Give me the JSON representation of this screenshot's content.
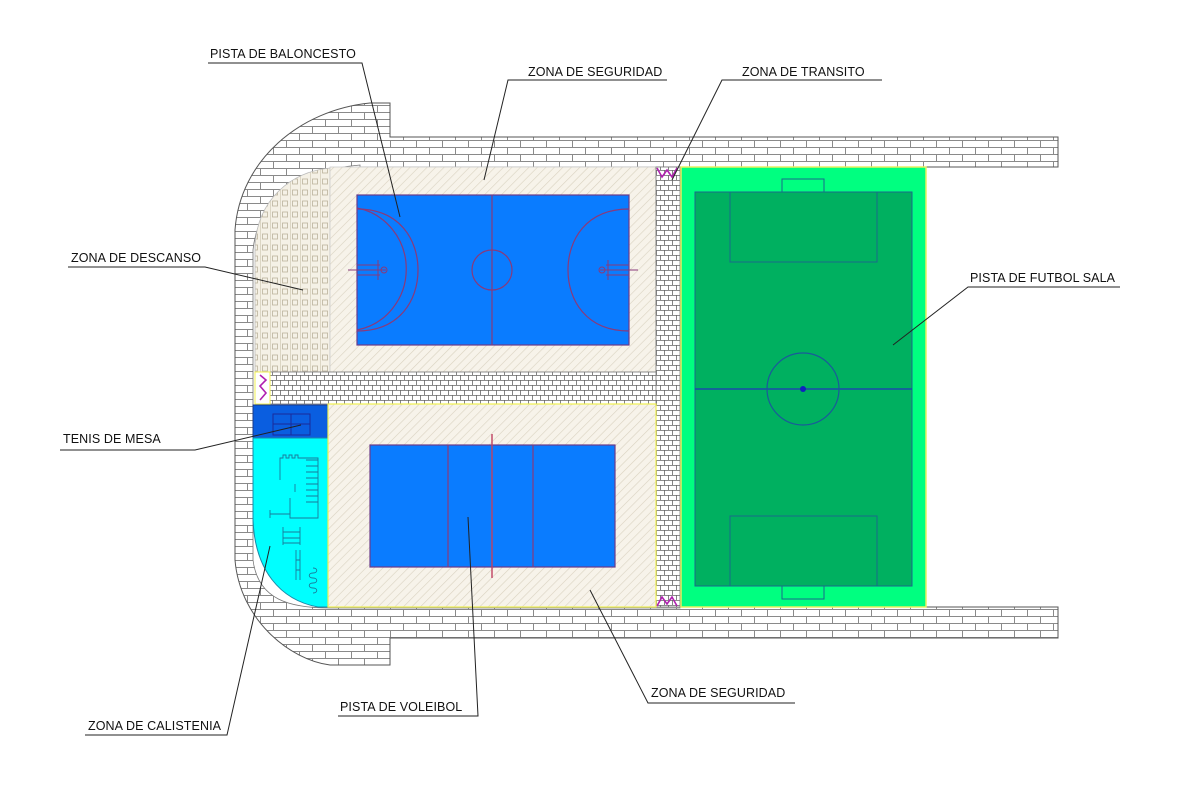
{
  "labels": {
    "basketball": "PISTA DE BALONCESTO",
    "safety_top": "ZONA DE SEGURIDAD",
    "transit": "ZONA DE TRANSITO",
    "rest": "ZONA DE DESCANSO",
    "futsal": "PISTA DE FUTBOL SALA",
    "table_tennis": "TENIS DE MESA",
    "calisthenics": "ZONA DE CALISTENIA",
    "volleyball": "PISTA DE VOLEIBOL",
    "safety_bottom": "ZONA DE SEGURIDAD"
  },
  "colors": {
    "court_blue": "#0a7cff",
    "court_line": "#8a3a7a",
    "futsal_outer": "#00ff80",
    "futsal_inner": "#00b060",
    "futsal_line": "#1a5a9a",
    "table_tennis": "#0a5ee0",
    "calisthenics": "#00ffff",
    "safety_zone": "#f7f3ea",
    "brick_line": "#777777",
    "transit_mark": "#b020b0",
    "border_yellow": "#f0f050"
  }
}
